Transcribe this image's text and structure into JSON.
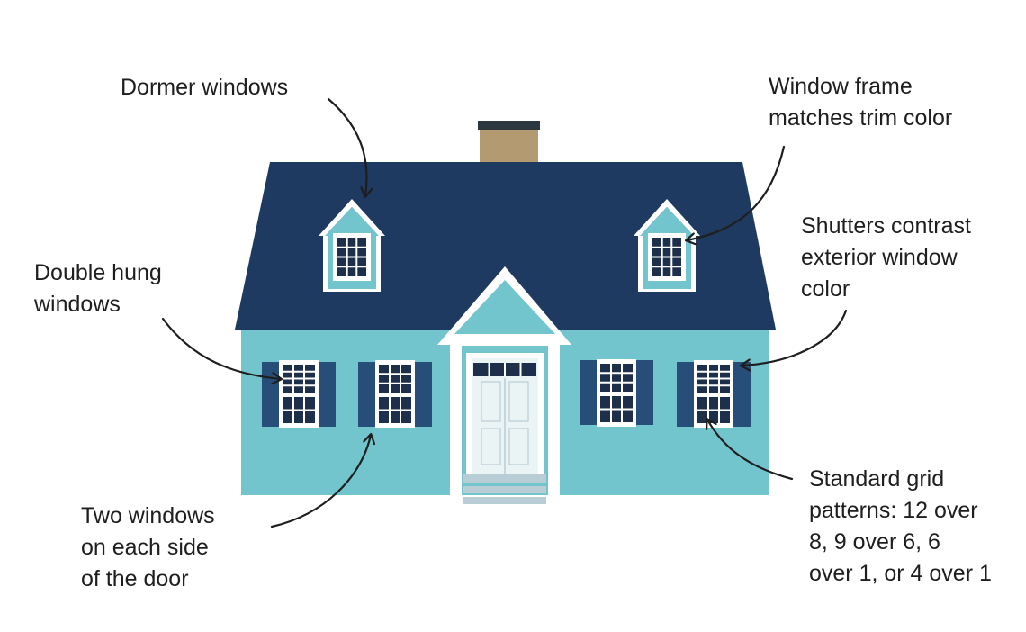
{
  "colors": {
    "roof": "#1f3a60",
    "wall": "#72c4cd",
    "trim": "#ffffff",
    "shutter": "#264e78",
    "glass": "#1d2f4a",
    "chimney": "#b49a70",
    "chimney_cap": "#2d3740",
    "step": "#b8cdd6",
    "text": "#1e1e1e",
    "arrow": "#1e1e1e"
  },
  "labels": {
    "dormer": [
      "Dormer windows"
    ],
    "frame": [
      "Window frame",
      "matches trim color"
    ],
    "shutters": [
      "Shutters contrast",
      "exterior window",
      "color"
    ],
    "double_hung": [
      "Double hung",
      "windows"
    ],
    "two_windows": [
      "Two windows",
      "on each side",
      "of the door"
    ],
    "grid": [
      "Standard grid",
      "patterns: 12 over",
      "8, 9 over 6, 6",
      "over 1, or 4 over 1"
    ]
  }
}
